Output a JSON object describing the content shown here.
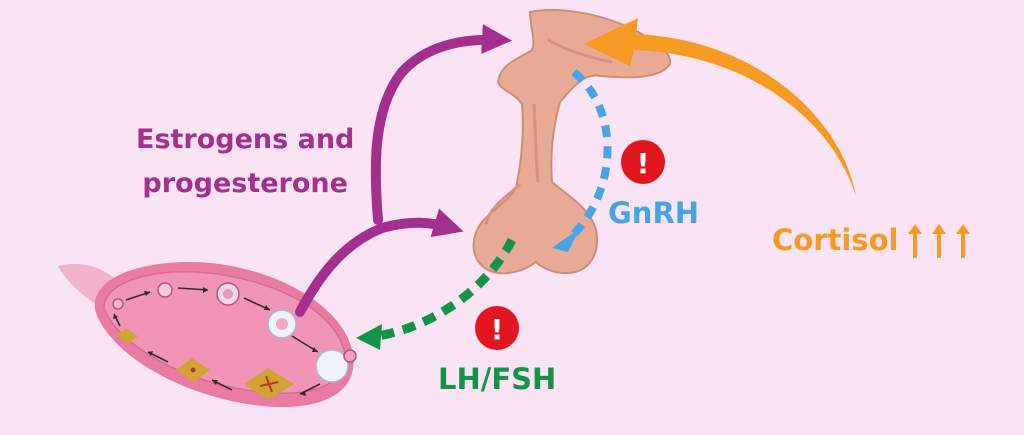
{
  "labels": {
    "hormones": [
      "Estrogens and",
      "progesterone"
    ],
    "gnrh": "GnRH",
    "lh_fsh": "LH/FSH",
    "cortisol": "Cortisol"
  },
  "alerts": [
    "!",
    "!"
  ],
  "colors": {
    "background": "#fbe3f6",
    "estrogen_arrow": "#a3308f",
    "gnrh_arrow": "#45a4e6",
    "lh_fsh_arrow": "#149246",
    "cortisol_arrow": "#f59a22",
    "alert": "#e3151f",
    "pituitary": "#e8ac96",
    "ovary": "#e98aae"
  },
  "icons": {
    "cortisol_increase": [
      "up-arrow-icon",
      "up-arrow-icon",
      "up-arrow-icon"
    ]
  }
}
